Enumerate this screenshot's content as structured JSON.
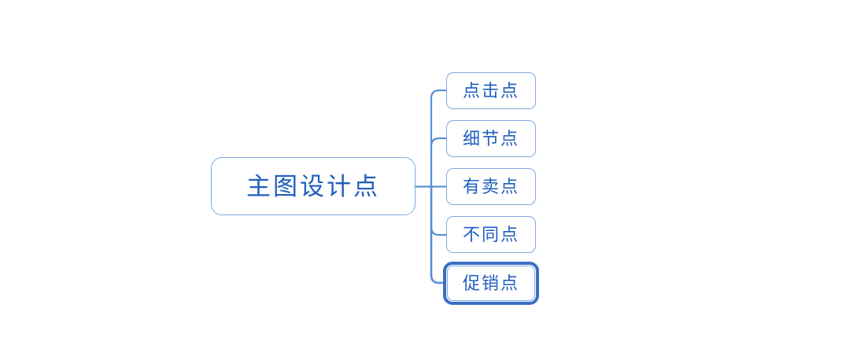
{
  "diagram": {
    "type": "mind-map",
    "title": "主图设计点",
    "background_color": "#FFFFFF",
    "colors": {
      "node_border": "#7FA8DD",
      "node_text": "#1F5FBF",
      "connector": "#5B8FD4",
      "selection_ring": "#3A6FC4",
      "node_fill": "#FFFFFF"
    },
    "root": {
      "label": "主图设计点"
    },
    "children": [
      {
        "label": "点击点",
        "selected": false
      },
      {
        "label": "细节点",
        "selected": false
      },
      {
        "label": "有卖点",
        "selected": false
      },
      {
        "label": "不同点",
        "selected": false
      },
      {
        "label": "促销点",
        "selected": true
      }
    ]
  }
}
